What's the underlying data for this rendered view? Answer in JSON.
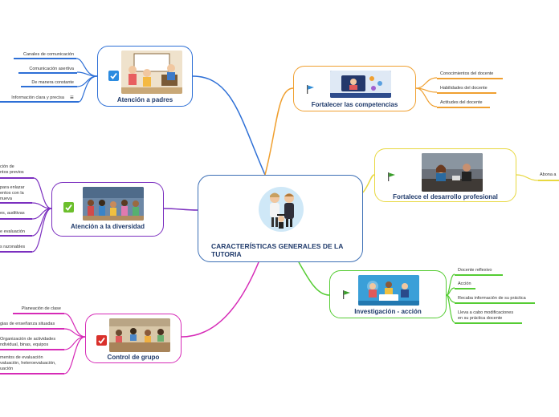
{
  "central": {
    "title": "CARACTERÍSTICAS GENERALES DE LA TUTORIA",
    "image": "teachers-graduate-illustration"
  },
  "colors": {
    "central": "#3c6fb5",
    "padres": "#2d6fd6",
    "diversidad": "#7b2fbf",
    "grupo": "#d62bb7",
    "competencias": "#f0a030",
    "desarrollo": "#e8d840",
    "investigacion": "#55cc33",
    "check_blue": "#2b8be0",
    "check_green": "#6cbf2c",
    "check_red": "#d9302b",
    "flag_blue": "#2d8bd6",
    "flag_green": "#3a9e2a"
  },
  "branches": {
    "padres": {
      "title": "Atención a padres",
      "marker": "check-blue-icon",
      "items": [
        "Canales de comunicación",
        "Comunicación asertiva",
        "De manera constante",
        "Información clara y precisa"
      ],
      "note_icon": "≡"
    },
    "diversidad": {
      "title": "Atención a la diversidad",
      "marker": "check-green-icon",
      "items": [
        "ción de\nntos previos",
        "para enlazar\nentos con la\nnueva",
        "es, auditivas",
        "e evaluación",
        "s razonables"
      ]
    },
    "grupo": {
      "title": "Control de grupo",
      "marker": "check-red-icon",
      "items": [
        "Planeación de clase",
        "gias de enseñanza situadas",
        "Organización de actividades\nndividual, binas, equipos",
        "mentos de evaluación\nvaluación, heteroevaluación,\nuación"
      ]
    },
    "competencias": {
      "title": "Fortalecer las competencias",
      "marker": "flag-blue-icon",
      "items": [
        "Conocimientos del docente",
        "Habilidades del docente",
        "Actitudes del docente"
      ]
    },
    "desarrollo": {
      "title": "Fortalece el desarrollo profesional",
      "marker": "flag-green-icon",
      "items": [
        "Abona a"
      ]
    },
    "investigacion": {
      "title": "Investigación - acción",
      "marker": "flag-green-icon",
      "items": [
        "Docente reflexivo",
        "Acción",
        "Recaba información de su práctica",
        "Lleva a cabo modificaciones\nen su práctica docente"
      ]
    }
  }
}
